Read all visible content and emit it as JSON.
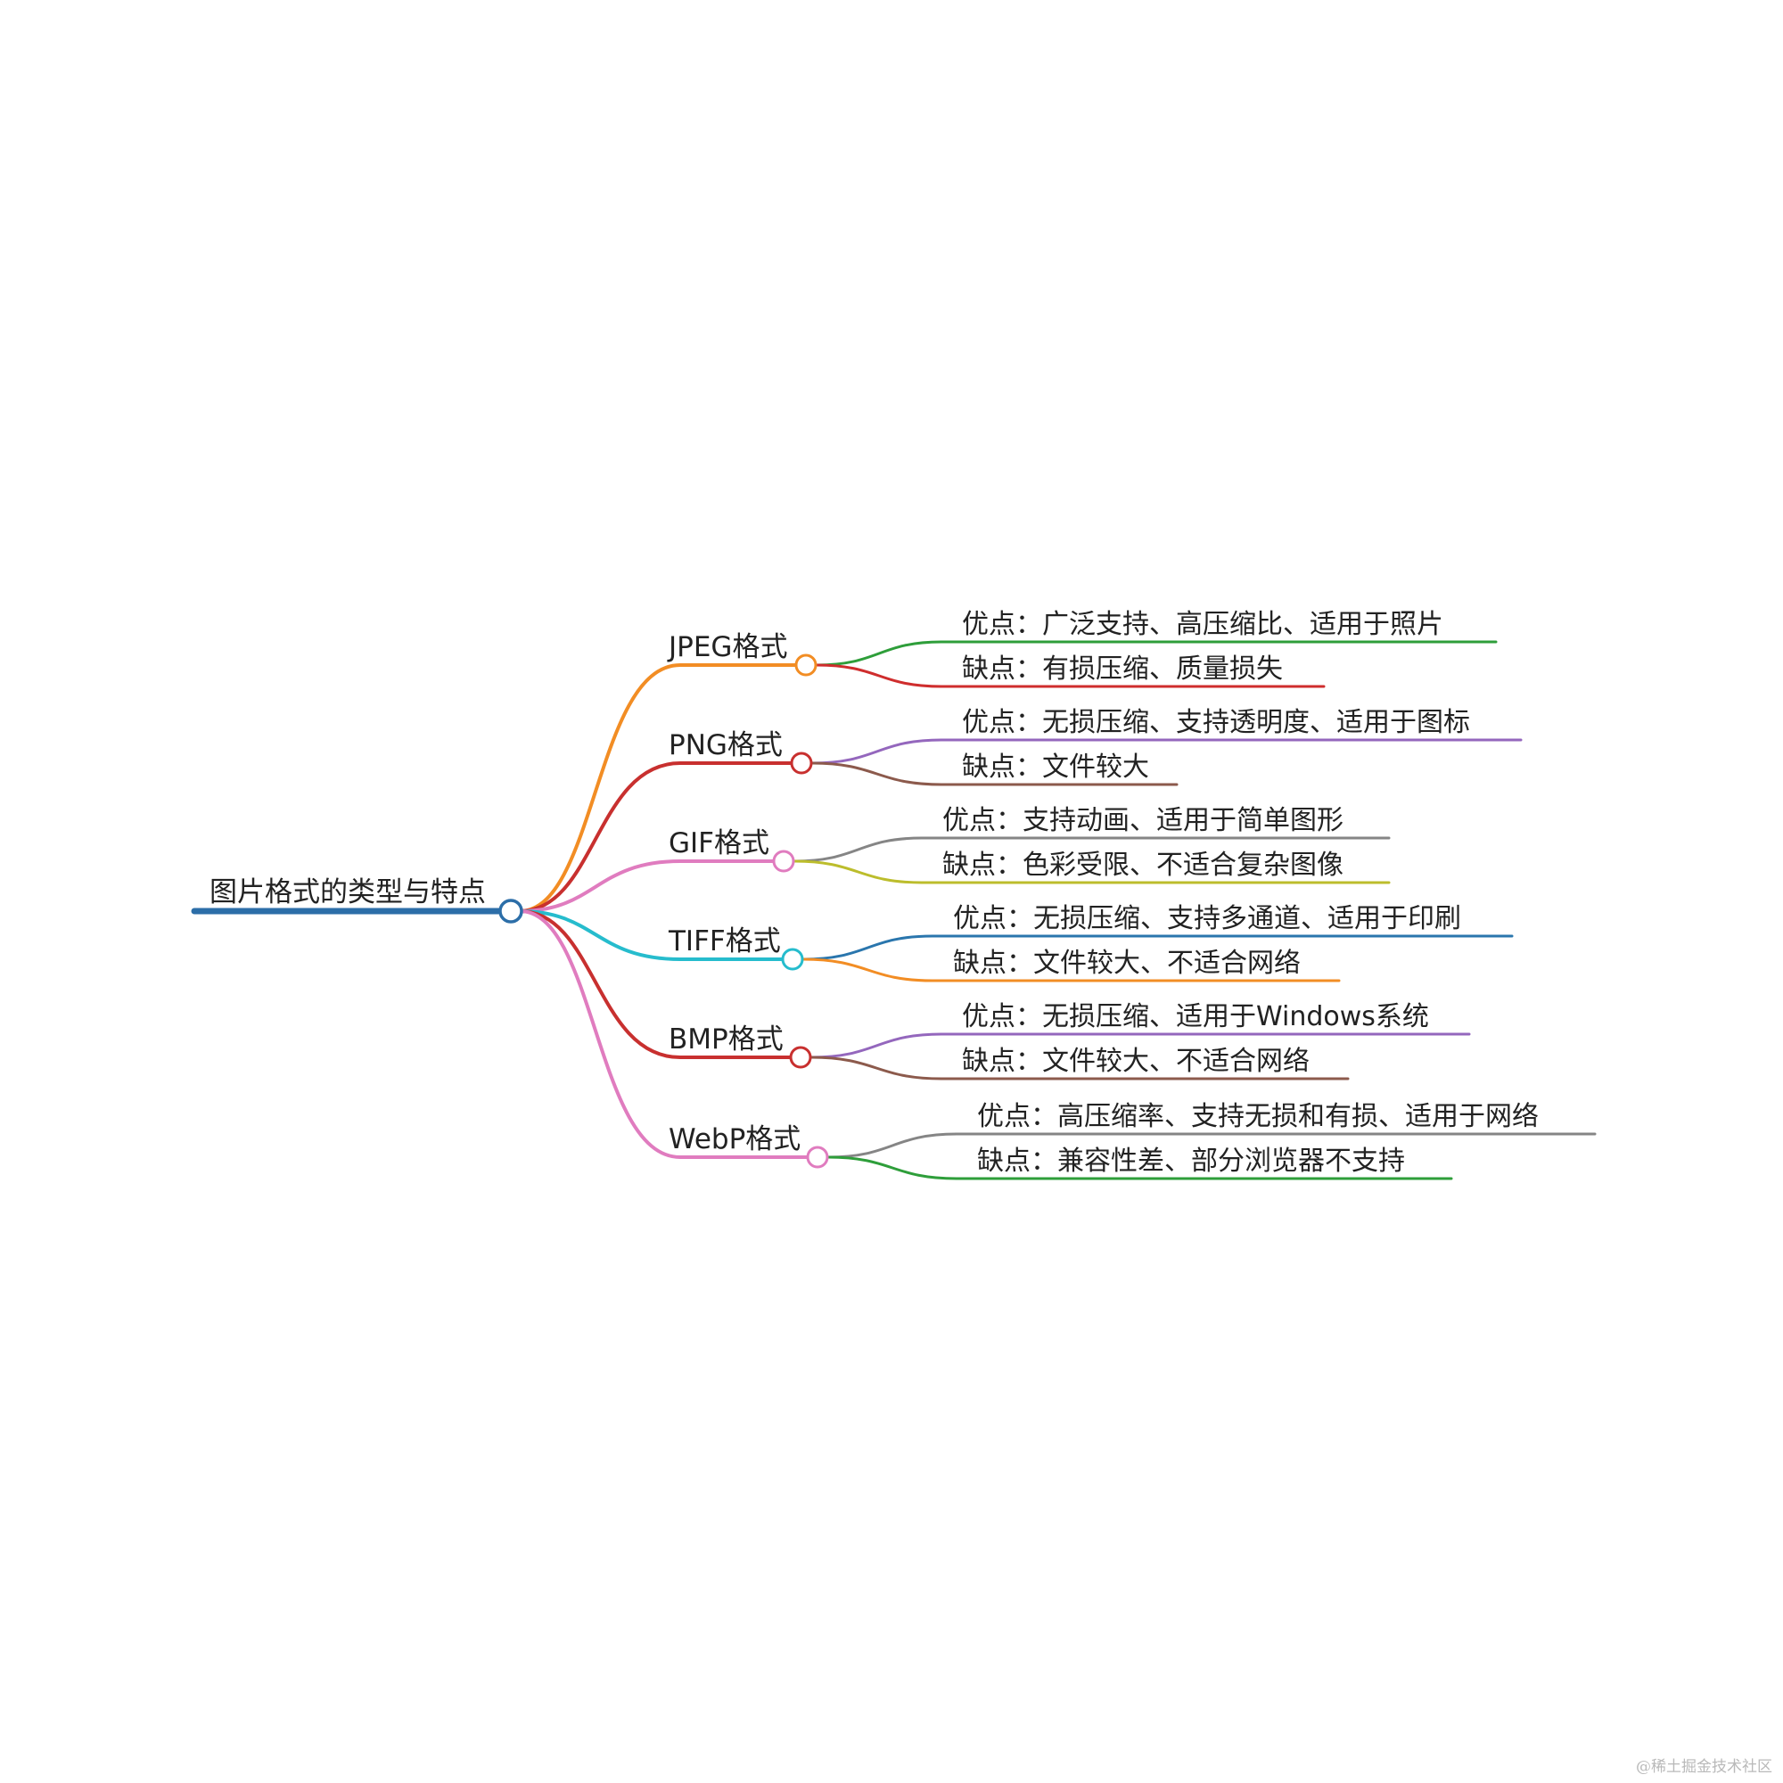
{
  "mindmap": {
    "root": {
      "label": "图片格式的类型与特点",
      "color": "#2c6ea8"
    },
    "branches": [
      {
        "label": "JPEG格式",
        "color": "#f28d24",
        "children": [
          {
            "label": "优点：广泛支持、高压缩比、适用于照片",
            "color": "#2e9e3a"
          },
          {
            "label": "缺点：有损压缩、质量损失",
            "color": "#cf2d2d"
          }
        ]
      },
      {
        "label": "PNG格式",
        "color": "#c8302f",
        "children": [
          {
            "label": "优点：无损压缩、支持透明度、适用于图标",
            "color": "#9467bd"
          },
          {
            "label": "缺点：文件较大",
            "color": "#8c5a4c"
          }
        ]
      },
      {
        "label": "GIF格式",
        "color": "#e07cbf",
        "children": [
          {
            "label": "优点：支持动画、适用于简单图形",
            "color": "#858585"
          },
          {
            "label": "缺点：色彩受限、不适合复杂图像",
            "color": "#bcbd2c"
          }
        ]
      },
      {
        "label": "TIFF格式",
        "color": "#26bccd",
        "children": [
          {
            "label": "优点：无损压缩、支持多通道、适用于印刷",
            "color": "#2a76ad"
          },
          {
            "label": "缺点：文件较大、不适合网络",
            "color": "#f28d24"
          }
        ]
      },
      {
        "label": "BMP格式",
        "color": "#c8302f",
        "children": [
          {
            "label": "优点：无损压缩、适用于Windows系统",
            "color": "#9467bd"
          },
          {
            "label": "缺点：文件较大、不适合网络",
            "color": "#8c5a4c"
          }
        ]
      },
      {
        "label": "WebP格式",
        "color": "#e07cbf",
        "children": [
          {
            "label": "优点：高压缩率、支持无损和有损、适用于网络",
            "color": "#858585"
          },
          {
            "label": "缺点：兼容性差、部分浏览器不支持",
            "color": "#2e9e3a"
          }
        ]
      }
    ]
  },
  "watermark": "@稀土掘金技术社区"
}
